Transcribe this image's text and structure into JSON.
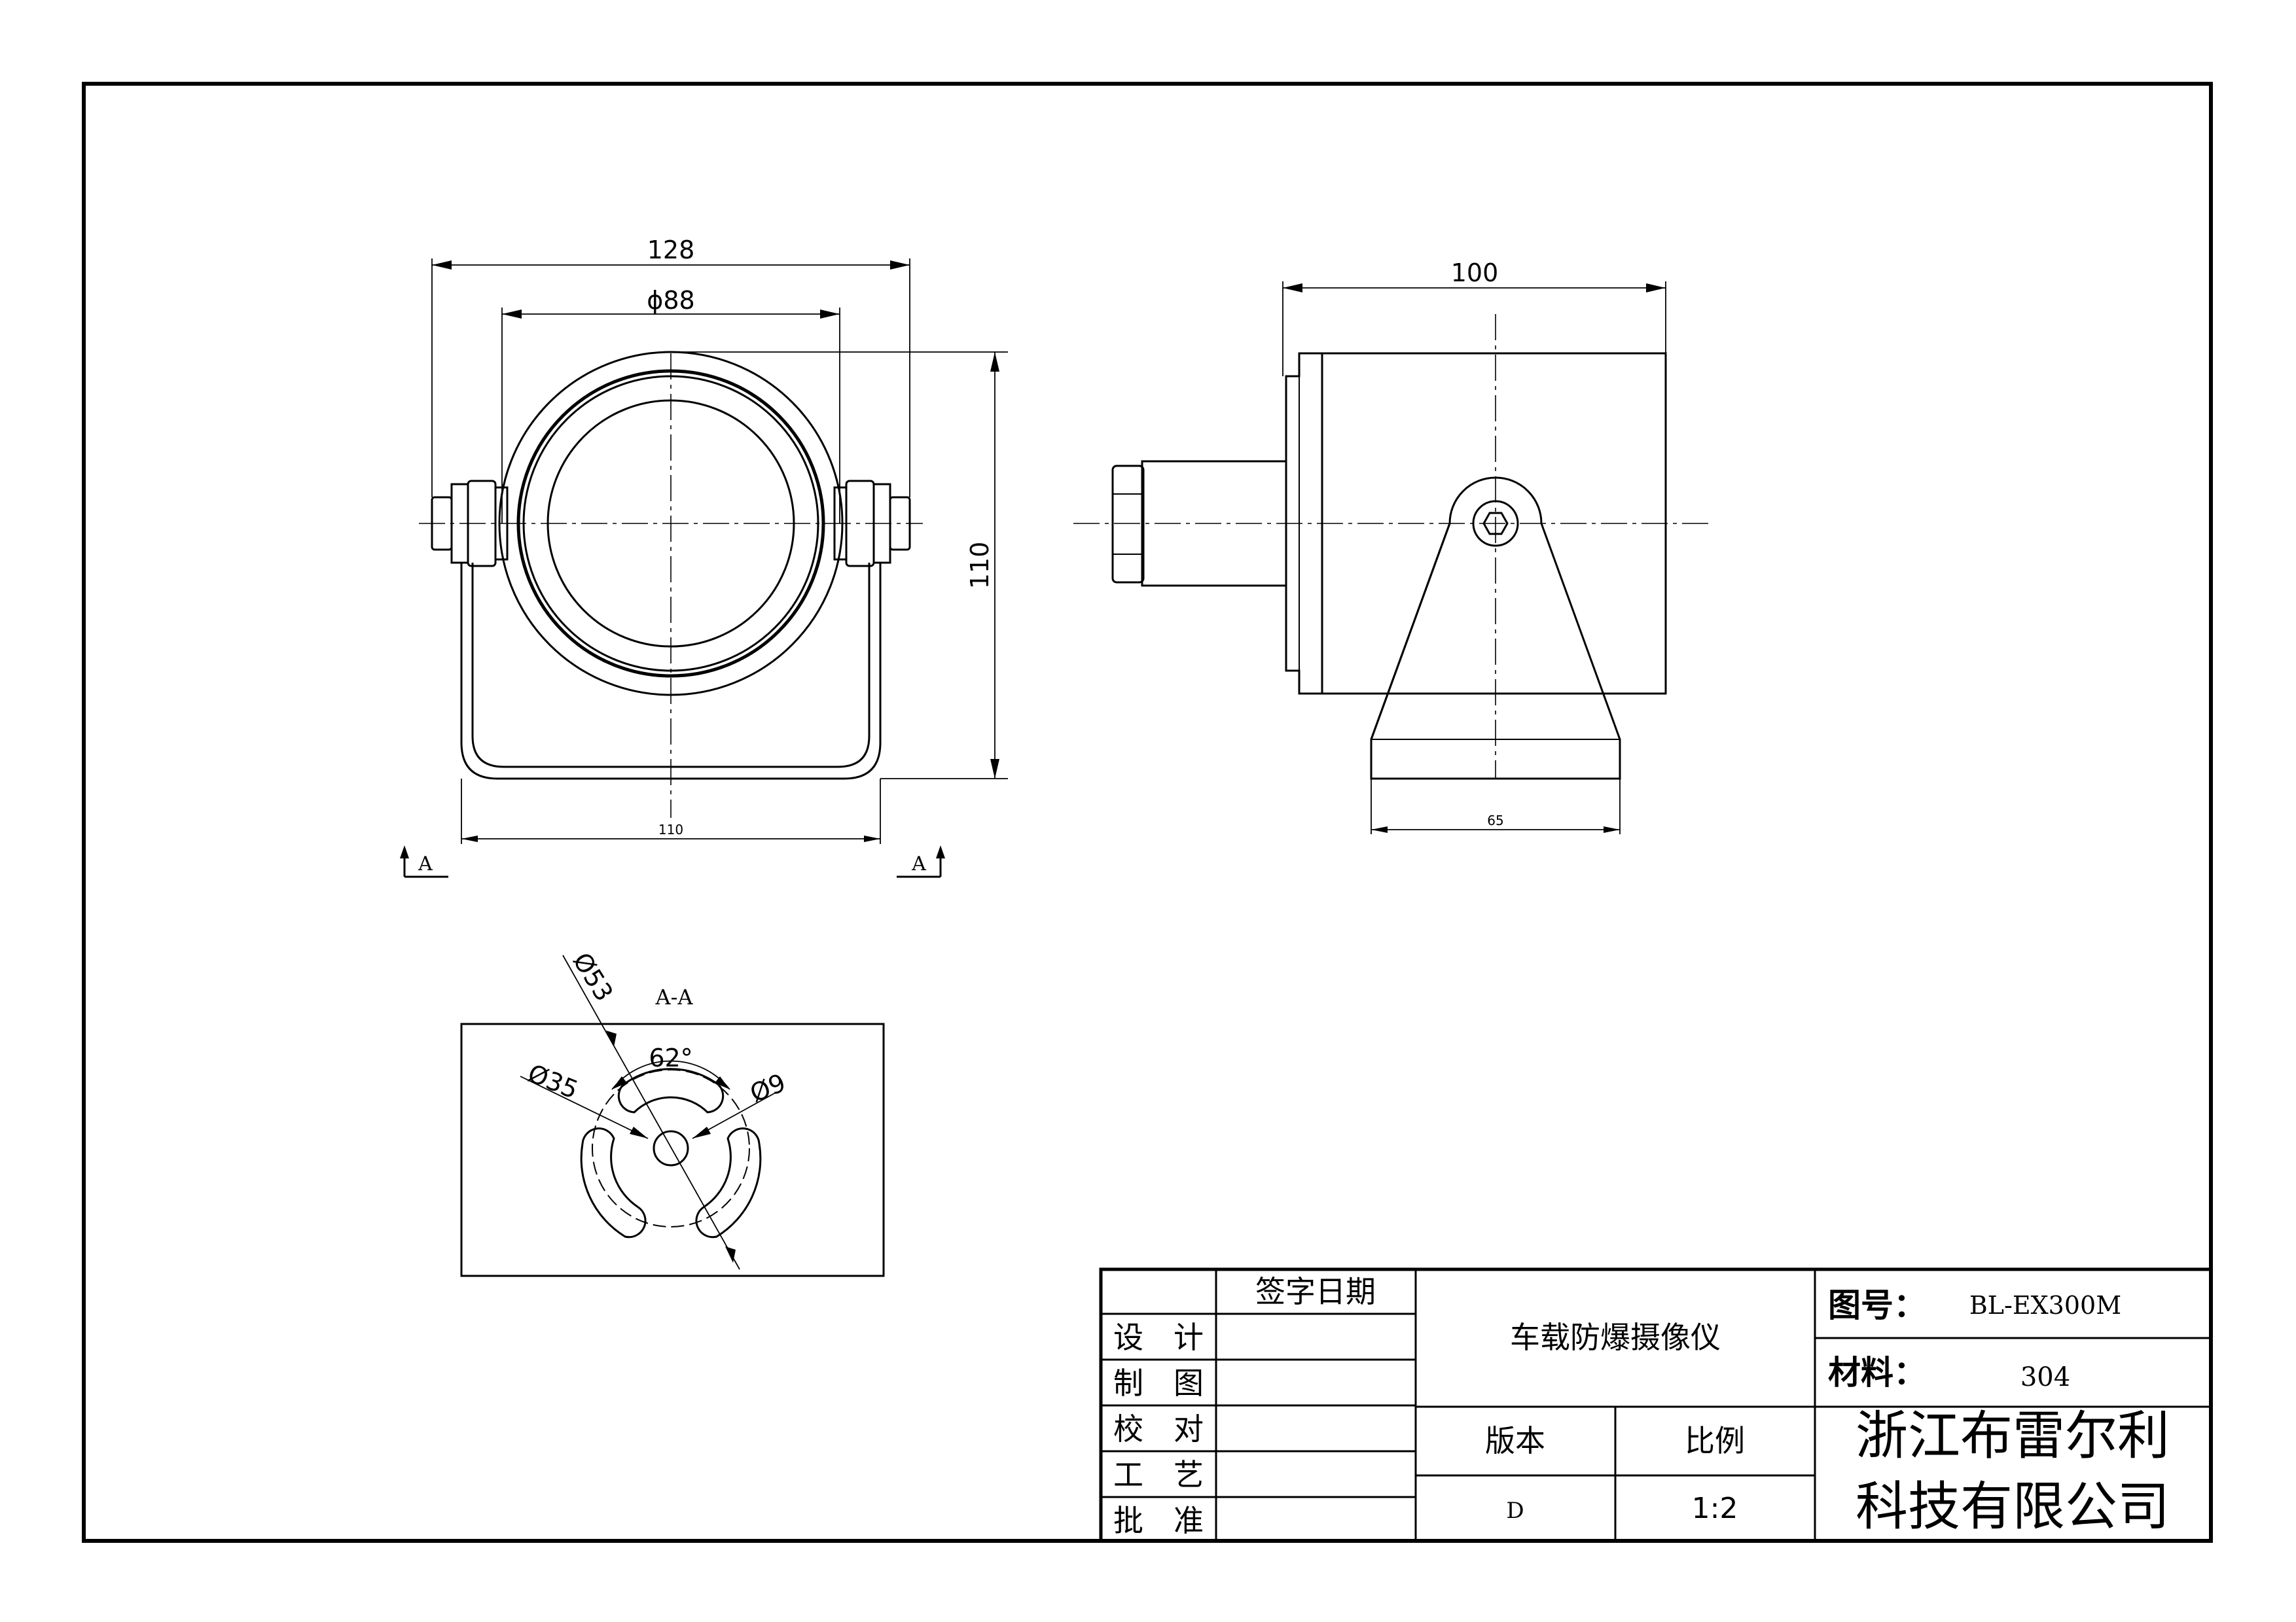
{
  "front_view": {
    "dim_width": "128",
    "dim_diameter": "ϕ88",
    "dim_height": "110",
    "dim_base": "110",
    "section_mark_left": "A",
    "section_mark_right": "A"
  },
  "side_view": {
    "dim_length": "100",
    "dim_base": "65"
  },
  "section_view": {
    "title": "A-A",
    "dim_d53": "Ø53",
    "dim_d35": "Ø35",
    "dim_d9": "Ø9",
    "dim_angle": "62°"
  },
  "title_block": {
    "sign_date_header": "签字日期",
    "roles": [
      "设　计",
      "制　图",
      "校　对",
      "工　艺",
      "批　准"
    ],
    "product_name": "车载防爆摄像仪",
    "version_label": "版本",
    "version_value": "D",
    "scale_label": "比例",
    "scale_value": "1:2",
    "drawing_no_label": "图号：",
    "drawing_no_value": "BL-EX300M",
    "material_label": "材料：",
    "material_value": "304",
    "company_line1": "浙江布雷尔利",
    "company_line2": "科技有限公司"
  }
}
